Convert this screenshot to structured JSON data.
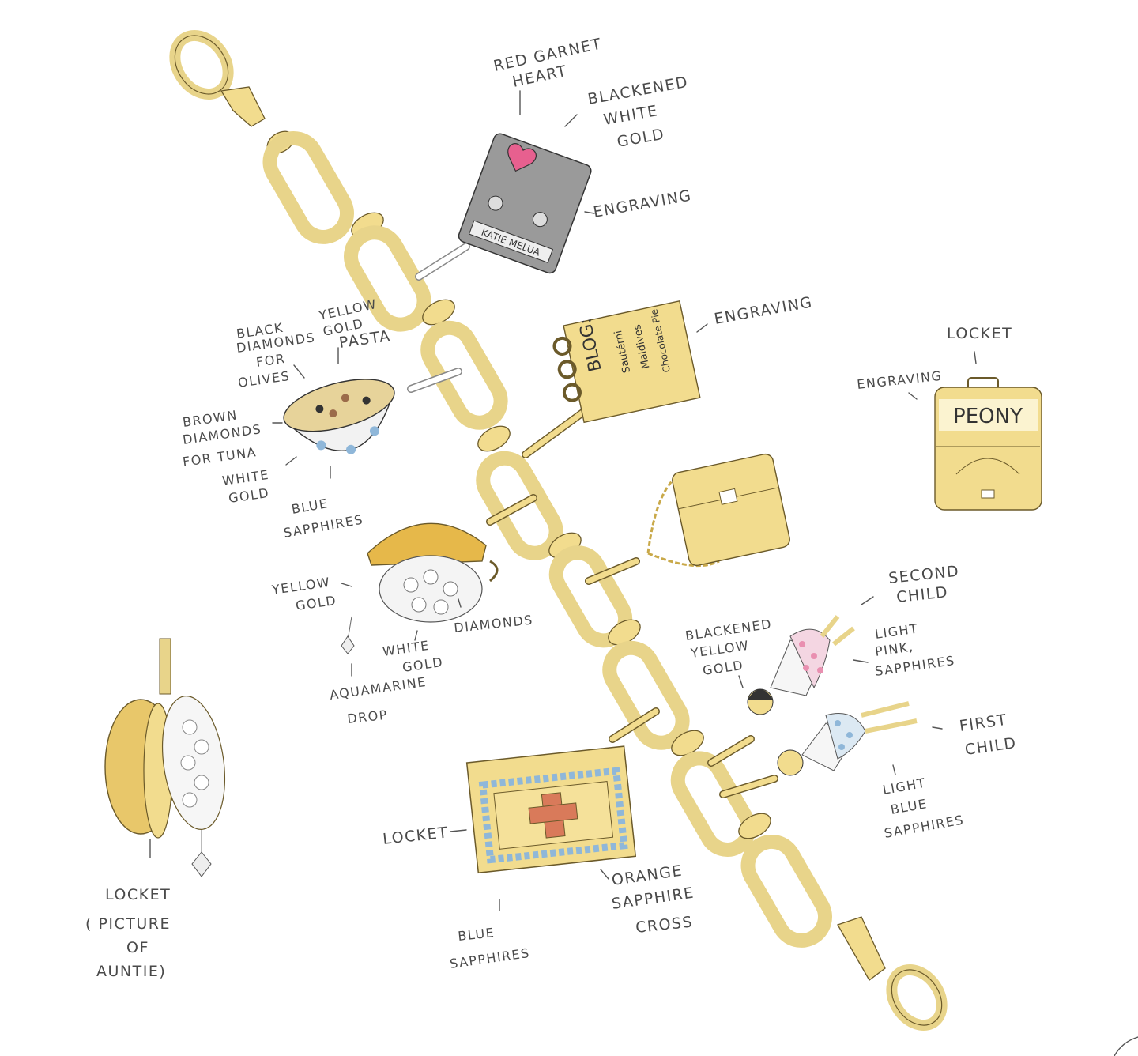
{
  "labels": {
    "red_garnet_heart": [
      "RED GARNET",
      "HEART"
    ],
    "blackened_white_gold": [
      "BLACKENED",
      "WHITE",
      "GOLD"
    ],
    "engraving_cassette": "ENGRAVING",
    "engraving_notebook": "ENGRAVING",
    "engraving_peony": "ENGRAVING",
    "locket_peony": "LOCKET",
    "black_diamonds": [
      "BLACK",
      "DIAMONDS",
      "FOR",
      "OLIVES"
    ],
    "yellow_gold_pasta": [
      "YELLOW",
      "GOLD",
      "PASTA"
    ],
    "brown_diamonds": [
      "BROWN",
      "DIAMONDS",
      "FOR TUNA"
    ],
    "white_gold_bowl": [
      "WHITE",
      "GOLD"
    ],
    "blue_sapphires_bowl": [
      "BLUE",
      "SAPPHIRES"
    ],
    "yellow_gold_bag": [
      "YELLOW",
      "GOLD"
    ],
    "diamonds": "DIAMONDS",
    "white_gold_bag": [
      "WHITE",
      "GOLD"
    ],
    "aquamarine_drop": [
      "AQUAMARINE",
      "DROP"
    ],
    "blackened_yellow_gold": [
      "BLACKENED",
      "YELLOW",
      "GOLD"
    ],
    "second_child": [
      "SECOND",
      "CHILD"
    ],
    "light_pink_sapphires": [
      "LIGHT",
      "PINK,",
      "SAPPHIRES"
    ],
    "first_child": [
      "FIRST",
      "CHILD"
    ],
    "light_blue_sapphires": [
      "LIGHT",
      "BLUE",
      "SAPPHIRES"
    ],
    "locket_cross": "LOCKET",
    "blue_sapphires_cross": [
      "BLUE",
      "SAPPHIRES"
    ],
    "orange_sapphire_cross": [
      "ORANGE",
      "SAPPHIRE",
      "CROSS"
    ],
    "locket_auntie": [
      "LOCKET",
      "( PICTURE",
      "OF",
      "AUNTIE)"
    ]
  },
  "engravings": {
    "cassette": "KATIE MELUA",
    "notebook_title": "BLOG:",
    "notebook_lines": [
      "Sautérni",
      "Maldives",
      "Chocolate Pie"
    ],
    "peony": "PEONY"
  },
  "colors": {
    "gold": "#e8d48a",
    "gold_dark": "#6b5a2a",
    "heart": "#e7608f",
    "blackened": "#9a9a9a",
    "sapphire_blue": "#8fb7d9",
    "orange_sapphire": "#d97a5a",
    "pink_sapphire": "#e98fb0"
  }
}
